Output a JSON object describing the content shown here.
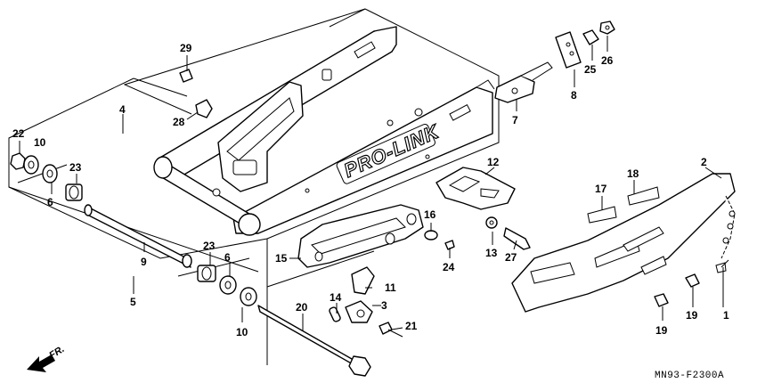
{
  "diagram": {
    "code": "MN93-F2300A",
    "direction_label": "FR.",
    "logo_text": "PRO-LINK",
    "callouts": [
      {
        "id": "c1",
        "label": "1"
      },
      {
        "id": "c2",
        "label": "2"
      },
      {
        "id": "c3",
        "label": "3"
      },
      {
        "id": "c4",
        "label": "4"
      },
      {
        "id": "c5",
        "label": "5"
      },
      {
        "id": "c6a",
        "label": "6"
      },
      {
        "id": "c6b",
        "label": "6"
      },
      {
        "id": "c7",
        "label": "7"
      },
      {
        "id": "c8",
        "label": "8"
      },
      {
        "id": "c9",
        "label": "9"
      },
      {
        "id": "c10a",
        "label": "10"
      },
      {
        "id": "c10b",
        "label": "10"
      },
      {
        "id": "c11",
        "label": "11"
      },
      {
        "id": "c12",
        "label": "12"
      },
      {
        "id": "c13",
        "label": "13"
      },
      {
        "id": "c14",
        "label": "14"
      },
      {
        "id": "c15",
        "label": "15"
      },
      {
        "id": "c16",
        "label": "16"
      },
      {
        "id": "c17",
        "label": "17"
      },
      {
        "id": "c18",
        "label": "18"
      },
      {
        "id": "c19a",
        "label": "19"
      },
      {
        "id": "c19b",
        "label": "19"
      },
      {
        "id": "c20",
        "label": "20"
      },
      {
        "id": "c21",
        "label": "21"
      },
      {
        "id": "c22",
        "label": "22"
      },
      {
        "id": "c23a",
        "label": "23"
      },
      {
        "id": "c23b",
        "label": "23"
      },
      {
        "id": "c24",
        "label": "24"
      },
      {
        "id": "c25",
        "label": "25"
      },
      {
        "id": "c26",
        "label": "26"
      },
      {
        "id": "c27",
        "label": "27"
      },
      {
        "id": "c28",
        "label": "28"
      },
      {
        "id": "c29",
        "label": "29"
      }
    ]
  }
}
